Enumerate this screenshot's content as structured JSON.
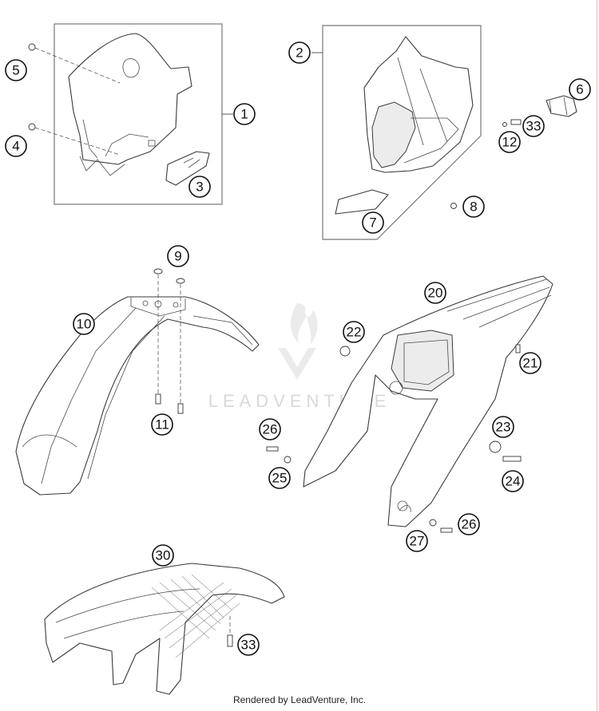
{
  "diagram": {
    "callouts": [
      "1",
      "2",
      "3",
      "4",
      "5",
      "6",
      "7",
      "8",
      "9",
      "10",
      "11",
      "12",
      "20",
      "21",
      "22",
      "23",
      "24",
      "25",
      "26",
      "26",
      "27",
      "30",
      "33",
      "33"
    ],
    "watermark": "LEADVENTURE",
    "footer": "Rendered by LeadVenture, Inc."
  }
}
